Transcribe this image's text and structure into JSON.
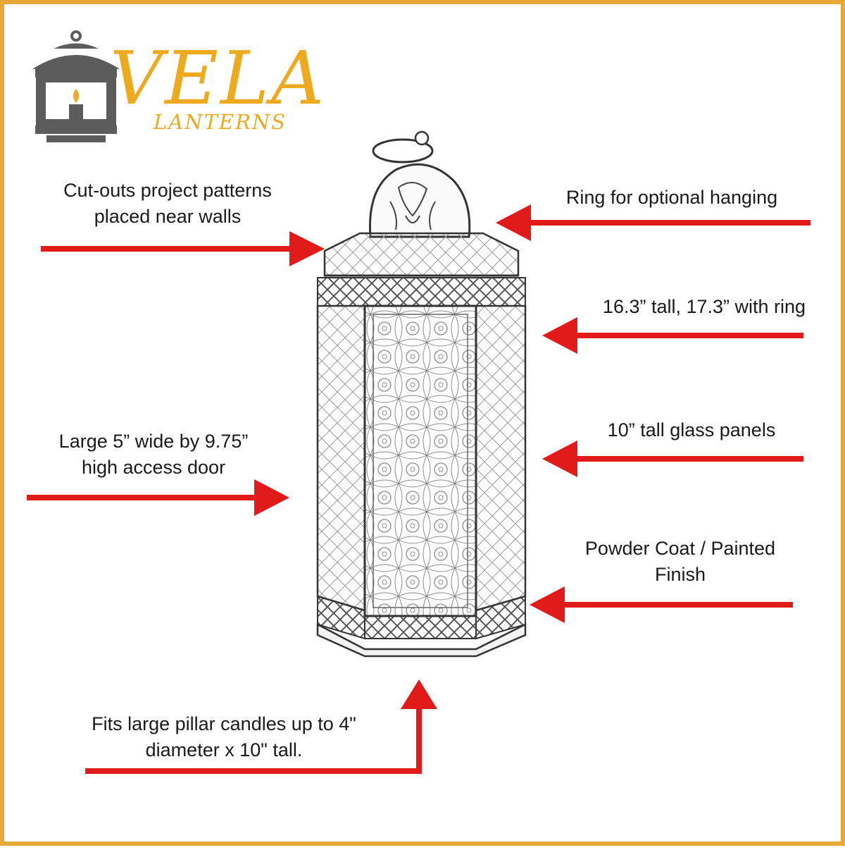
{
  "brand": {
    "name": "VELA",
    "sub": "LANTERNS"
  },
  "colors": {
    "arrow": "#e11a1a",
    "accent": "#e8a838",
    "logo_icon": "#5c5c5c",
    "flame": "#f5a623"
  },
  "callouts": {
    "cutouts": [
      "Cut-outs project patterns",
      "placed near walls"
    ],
    "ring": [
      "Ring for optional hanging"
    ],
    "height": [
      "16.3” tall, 17.3” with ring"
    ],
    "door": [
      "Large 5” wide by 9.75”",
      "high access door"
    ],
    "glass": [
      "10” tall glass panels"
    ],
    "finish": [
      "Powder Coat / Painted",
      "Finish"
    ],
    "candles": [
      "Fits large pillar candles up to 4\"",
      "diameter x 10\" tall."
    ]
  }
}
